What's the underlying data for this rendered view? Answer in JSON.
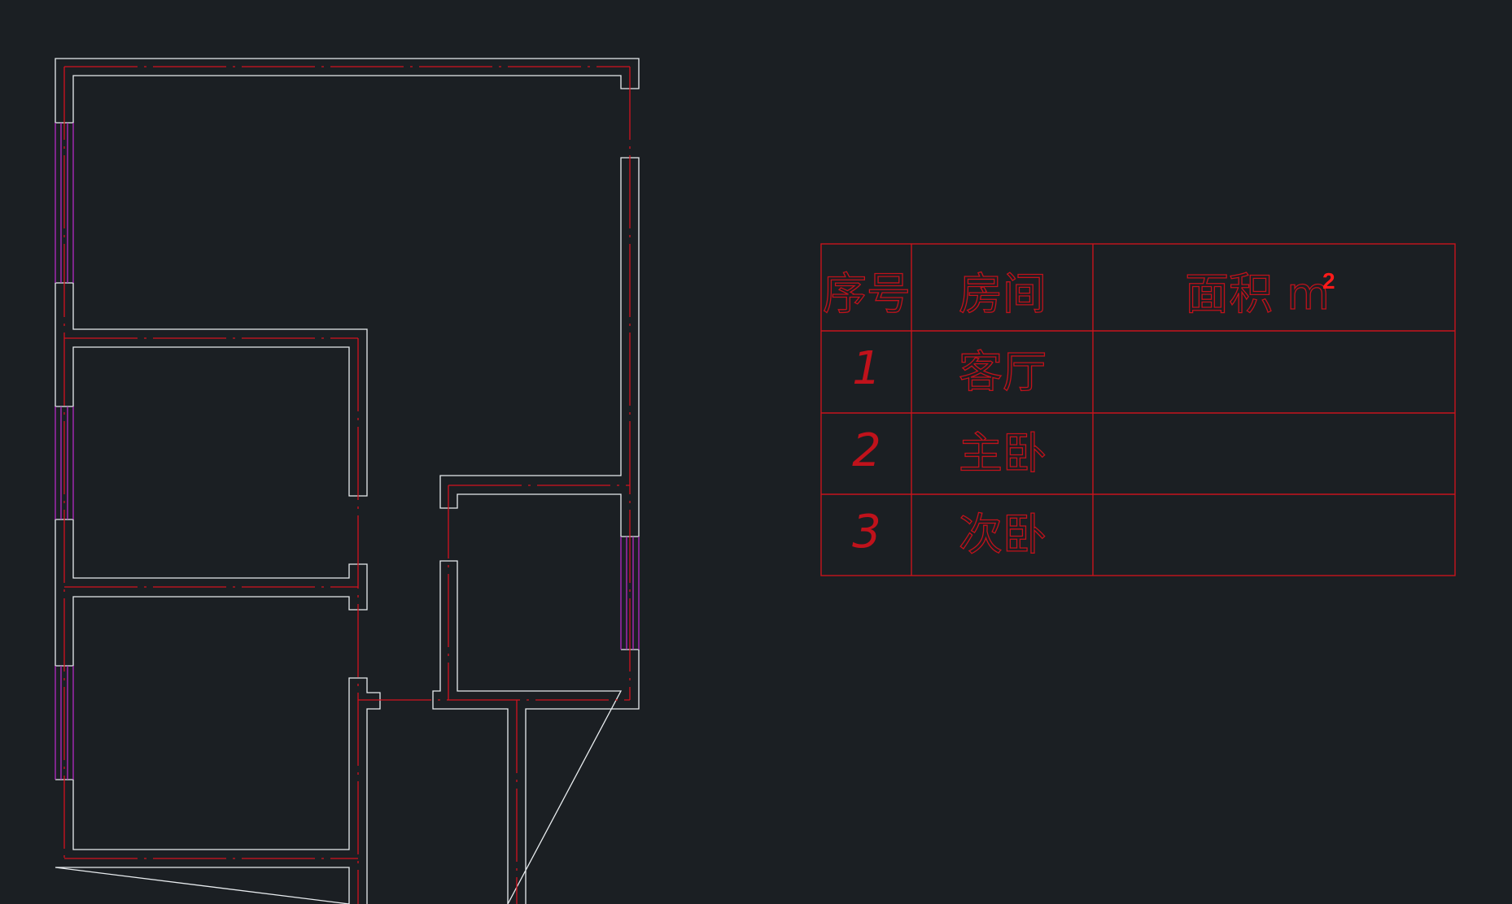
{
  "drawing": {
    "colors": {
      "background": "#1b1f23",
      "wall": "#e8ecef",
      "axis": "#d4131e",
      "window": "#b52ac4",
      "table": "#c8141c"
    }
  },
  "room_table": {
    "headers": {
      "index": "序号",
      "room": "房间",
      "area": "面积 m",
      "area_sup": "2"
    },
    "rows": [
      {
        "index": "1",
        "room": "客厅",
        "area": ""
      },
      {
        "index": "2",
        "room": "主卧",
        "area": ""
      },
      {
        "index": "3",
        "room": "次卧",
        "area": ""
      }
    ]
  }
}
